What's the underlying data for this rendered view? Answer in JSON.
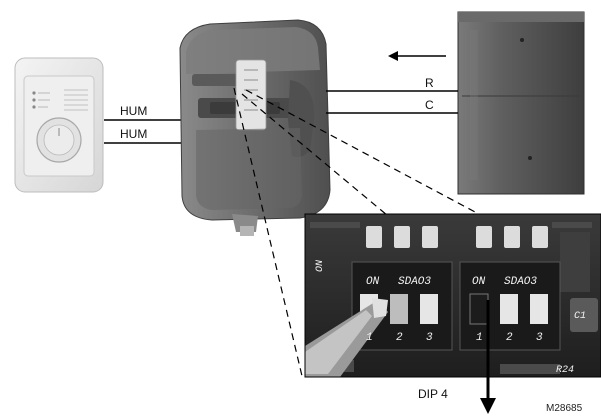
{
  "wires": {
    "hum_top": "HUM",
    "hum_bottom": "HUM",
    "r": "R",
    "c": "C"
  },
  "switch_labels": {
    "on_left": "ON",
    "sdao3_left": "SDAO3",
    "on_right": "ON",
    "sdao3_right": "SDAO3",
    "num1_left": "1",
    "num2_left": "2",
    "num3_left": "3",
    "num1_right": "1",
    "num2_right": "2",
    "num3_right": "3",
    "on_vertical": "ON",
    "c1": "C1",
    "r24": "R24"
  },
  "dip_label": "DIP 4",
  "figure_code": "M28685",
  "colors": {
    "humidifier": "#6f6f6f",
    "furnace": "#5a5a5a",
    "thermostat": "#e8e8e8",
    "pcb": "#2e2e2e",
    "wire": "#000000"
  }
}
